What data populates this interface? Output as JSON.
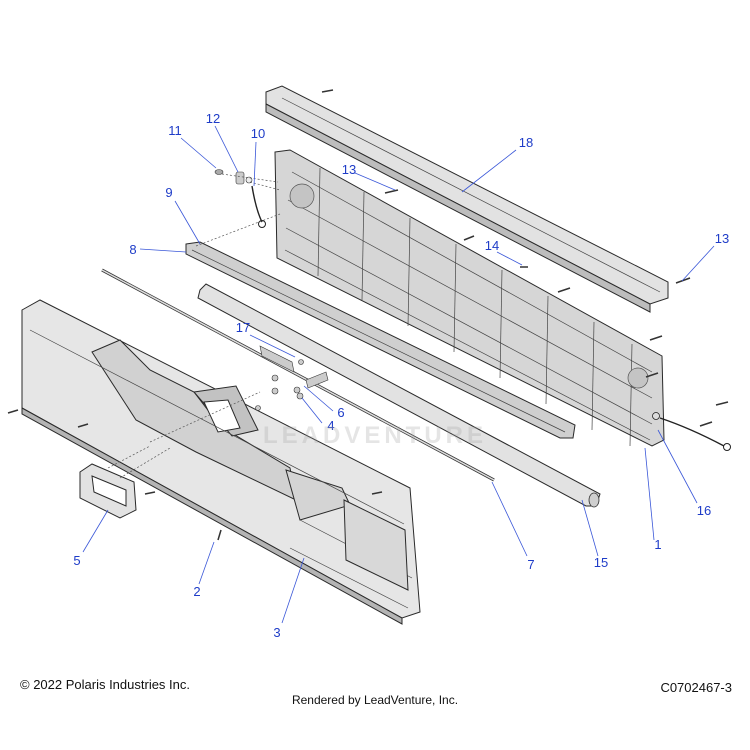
{
  "callouts": [
    "1",
    "2",
    "3",
    "4",
    "5",
    "6",
    "7",
    "8",
    "9",
    "10",
    "11",
    "12",
    "13",
    "13",
    "14",
    "15",
    "16",
    "17",
    "18"
  ],
  "watermark": "LEADVENTURE",
  "footer": {
    "copyright": "© 2022 Polaris Industries Inc.",
    "rendered_by": "Rendered by LeadVenture, Inc.",
    "drawing_id": "C0702467-3"
  },
  "colors": {
    "callout": "#1e3cc8",
    "part_fill": "#e6e6e6",
    "part_shadow": "#b9b9b9"
  }
}
